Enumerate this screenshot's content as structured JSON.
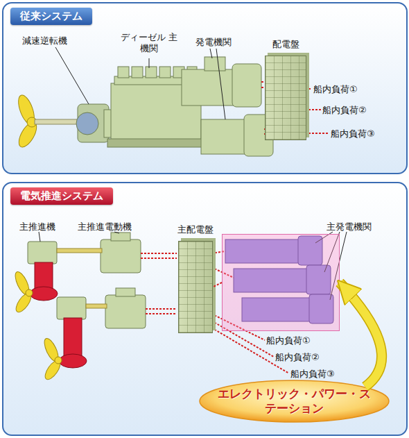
{
  "diagram": {
    "nodes": [
      {
        "text": [
          "従来システム"
        ]
      },
      {
        "text": [
          "配電盤"
        ],
        "in": 0
      },
      {
        "text": [
          "電気推進システム"
        ]
      },
      {
        "text": [
          "主配電盤"
        ],
        "in": 2
      },
      {
        "text": [
          "主発電機関"
        ],
        "in": 2
      },
      {
        "text": [
          "エレクトリック・パワー・ステーション"
        ],
        "in": 2
      }
    ],
    "edges": [
      {
        "from": 5,
        "to": 4,
        "arrow": "to"
      },
      {
        "from": 4,
        "to": 3,
        "arrow": "none"
      }
    ],
    "labels": [
      "減速逆転機",
      "ディーゼル 主機関",
      "発電機関",
      "船内負荷①",
      "船内負荷②",
      "船内負荷③",
      "主推進機",
      "主推進電動機",
      "船内負荷①",
      "船内負荷②",
      "船内負荷③"
    ]
  }
}
